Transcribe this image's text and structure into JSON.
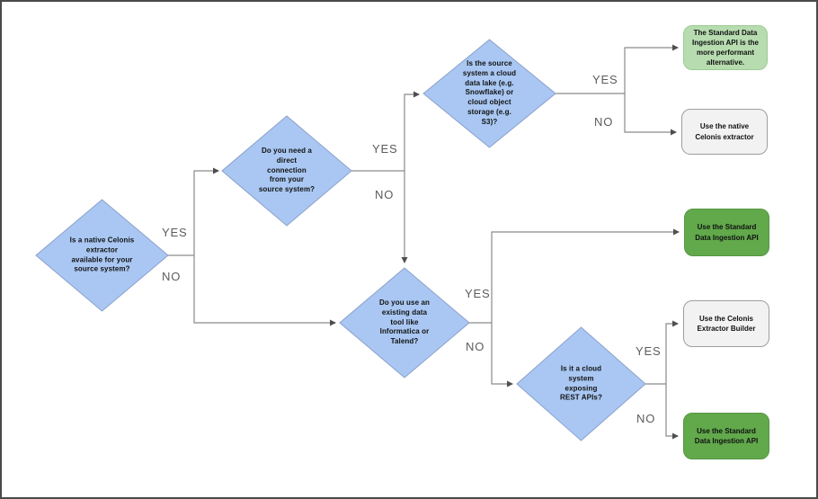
{
  "flowchart": {
    "branch_yes": "YES",
    "branch_no": "NO",
    "decisions": [
      {
        "id": "native-extractor",
        "text": "Is a native Celonis extractor available for your source system?"
      },
      {
        "id": "direct-connection",
        "text": "Do you need a direct connection from your source system?"
      },
      {
        "id": "cloud-data-lake",
        "text": "Is the source system a cloud data lake (e.g. Snowflake) or cloud object storage (e.g. S3)?"
      },
      {
        "id": "existing-data-tool",
        "text": "Do you use an existing data tool like Informatica or Talend?"
      },
      {
        "id": "cloud-rest-api",
        "text": "Is it a cloud system exposing REST APIs?"
      }
    ],
    "outcomes": [
      {
        "id": "standard-api-performant",
        "text": "The Standard Data Ingestion API is the more performant alternative.",
        "style": "light-green"
      },
      {
        "id": "native-celonis-extractor",
        "text": "Use the native Celonis extractor",
        "style": "gray"
      },
      {
        "id": "standard-ingestion-api-1",
        "text": "Use the Standard Data Ingestion API",
        "style": "green"
      },
      {
        "id": "celonis-extractor-builder",
        "text": "Use the Celonis Extractor Builder",
        "style": "gray"
      },
      {
        "id": "standard-ingestion-api-2",
        "text": "Use the Standard Data Ingestion API",
        "style": "green"
      }
    ]
  },
  "colors": {
    "diamond_fill": "#a9c7f2",
    "diamond_border": "#8ba0c9",
    "light_green_fill": "#b7dcb0",
    "light_green_border": "#9dcb96",
    "green_fill": "#61a94b",
    "green_border": "#569743",
    "gray_fill": "#f2f2f2",
    "gray_border": "#9e9e9e",
    "connector": "#8a8a8a",
    "arrowhead": "#4f4f4f",
    "label_text": "#5c5c5c",
    "node_text": "#111111",
    "frame_border": "#4a4a4a"
  }
}
